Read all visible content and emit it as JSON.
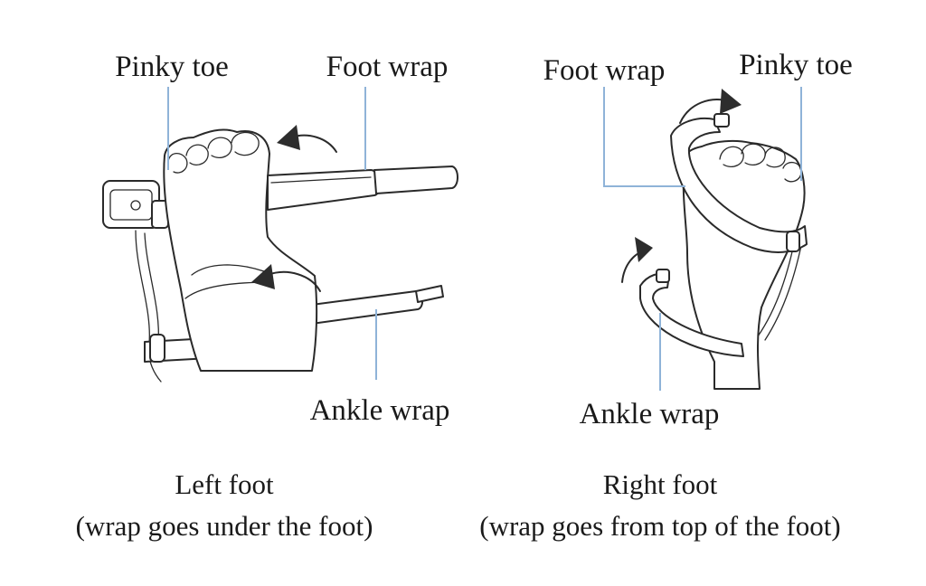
{
  "diagram": {
    "left": {
      "labels": {
        "pinky_toe": "Pinky toe",
        "foot_wrap": "Foot wrap",
        "ankle_wrap": "Ankle wrap"
      },
      "caption": {
        "line1": "Left foot",
        "line2": "(wrap goes under the foot)"
      }
    },
    "right": {
      "labels": {
        "foot_wrap": "Foot wrap",
        "pinky_toe": "Pinky toe",
        "ankle_wrap": "Ankle wrap"
      },
      "caption": {
        "line1": "Right foot",
        "line2": "(wrap goes from top of the foot)"
      }
    }
  },
  "colors": {
    "leader_line": "#8fb3d8",
    "ink": "#2a2a2a"
  }
}
